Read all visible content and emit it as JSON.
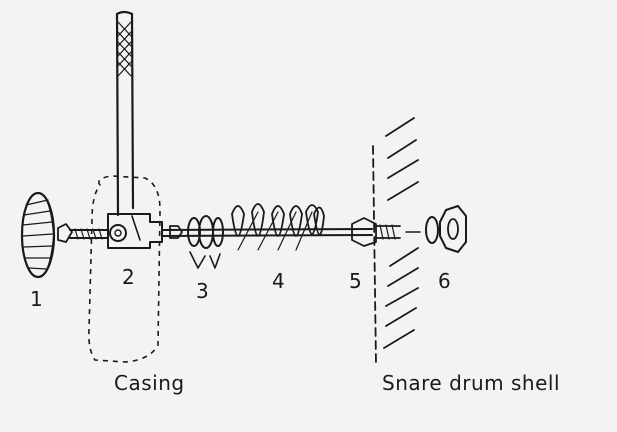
{
  "parts": [
    {
      "id": "1",
      "label": "1"
    },
    {
      "id": "2",
      "label": "2"
    },
    {
      "id": "3",
      "label": "3"
    },
    {
      "id": "4",
      "label": "4"
    },
    {
      "id": "5",
      "label": "5"
    },
    {
      "id": "6",
      "label": "6"
    }
  ],
  "captions": {
    "casing": "Casing",
    "shell": "Snare drum shell"
  },
  "colors": {
    "ink": "#1a1a1a",
    "paper": "#f3f3f1"
  }
}
